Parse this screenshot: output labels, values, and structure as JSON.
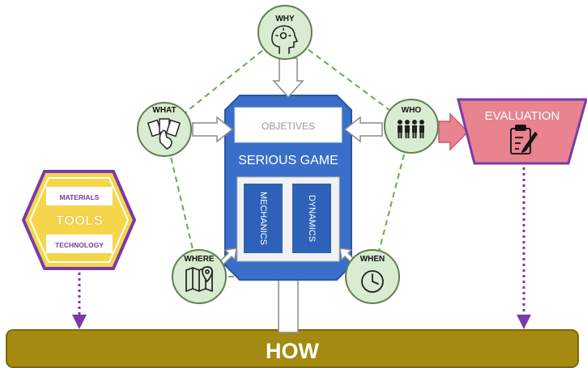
{
  "nodes": {
    "why": "WHY",
    "what": "WHAT",
    "who": "WHO",
    "where": "WHERE",
    "when": "WHEN"
  },
  "game": {
    "objectives": "OBJETIVES",
    "title": "SERIOUS GAME",
    "mechanics": "MECHANICS",
    "dynamics": "DYNAMICS"
  },
  "evaluation": {
    "label": "EVALUATION"
  },
  "tools": {
    "materials": "MATERIALS",
    "title": "TOOLS",
    "technology": "TECHNOLOGY"
  },
  "how": {
    "label": "HOW"
  },
  "colors": {
    "node_fill": "#d9ebd0",
    "node_stroke": "#5f7f52",
    "dash": "#6aab4a",
    "game_blue": "#3a6fc9",
    "panel_blue": "#2d62b8",
    "evaluation_fill": "#e8838f",
    "purple": "#7a3aa8",
    "how_fill": "#a48a10",
    "tools_fill": "#f5d64a"
  },
  "icons": {
    "why": "head-lightbulb-icon",
    "what": "cards-hand-icon",
    "who": "people-group-icon",
    "where": "map-pin-icon",
    "when": "clock-icon",
    "evaluation": "clipboard-pen-icon"
  }
}
